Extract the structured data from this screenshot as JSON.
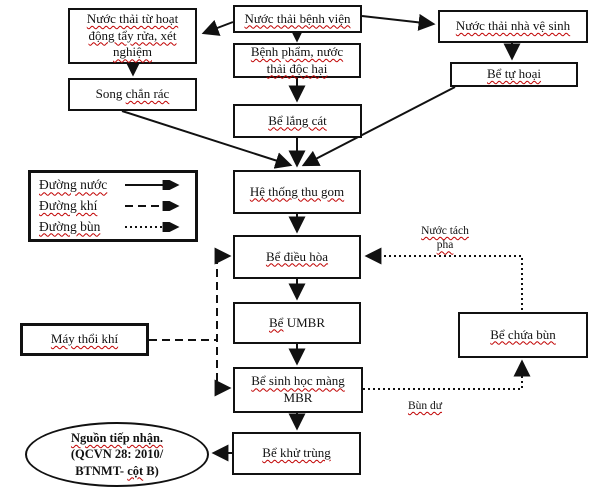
{
  "nodes": {
    "hospital": {
      "line1": "Nước thải bệnh viện"
    },
    "cleaning": {
      "line1": "Nước thải từ hoạt",
      "line2": "động tẩy rửa, xét",
      "line3": "nghiệm"
    },
    "toilet": {
      "line1": "Nước thải nhà vệ sinh"
    },
    "specimen": {
      "line1": "Bệnh phẩm, nước",
      "line2": "thải độc hại"
    },
    "screen": {
      "plain": "Song ",
      "wavy": "chắn rác"
    },
    "septic": {
      "line1": "Bể tự hoại"
    },
    "sand": {
      "line1": "Bể lắng cát"
    },
    "collect": {
      "line1": "Hệ thống thu gom"
    },
    "equalization": {
      "line1": "Bể điều hòa"
    },
    "umbr": {
      "wavy": "Bể",
      "plain": " UMBR"
    },
    "blower": {
      "line1": "Máy thổi khí"
    },
    "mbr": {
      "line1": "Bể sinh học màng",
      "line2": "MBR"
    },
    "sludge_tank": {
      "line1": "Bể chứa bùn"
    },
    "disinfection": {
      "line1": "Bể khử trùng"
    },
    "receiver": {
      "line1": "Nguồn tiếp nhận.",
      "line2": "(QCVN 28: 2010/",
      "line3_a": "BTNMT- ",
      "line3_b": "cột",
      "line3_c": " B)"
    }
  },
  "flow_labels": {
    "separated_water": {
      "line1": "Nước tách",
      "line2": "pha"
    },
    "excess_sludge": "Bùn dư"
  },
  "legend": {
    "items": [
      {
        "label": "Đường nước",
        "style": "solid"
      },
      {
        "label": "Đường khí",
        "style": "dashed"
      },
      {
        "label": "Đường bùn",
        "style": "dotted"
      }
    ]
  },
  "colors": {
    "line": "#111111",
    "spellcheck_underline": "#c00000",
    "background": "#ffffff"
  }
}
